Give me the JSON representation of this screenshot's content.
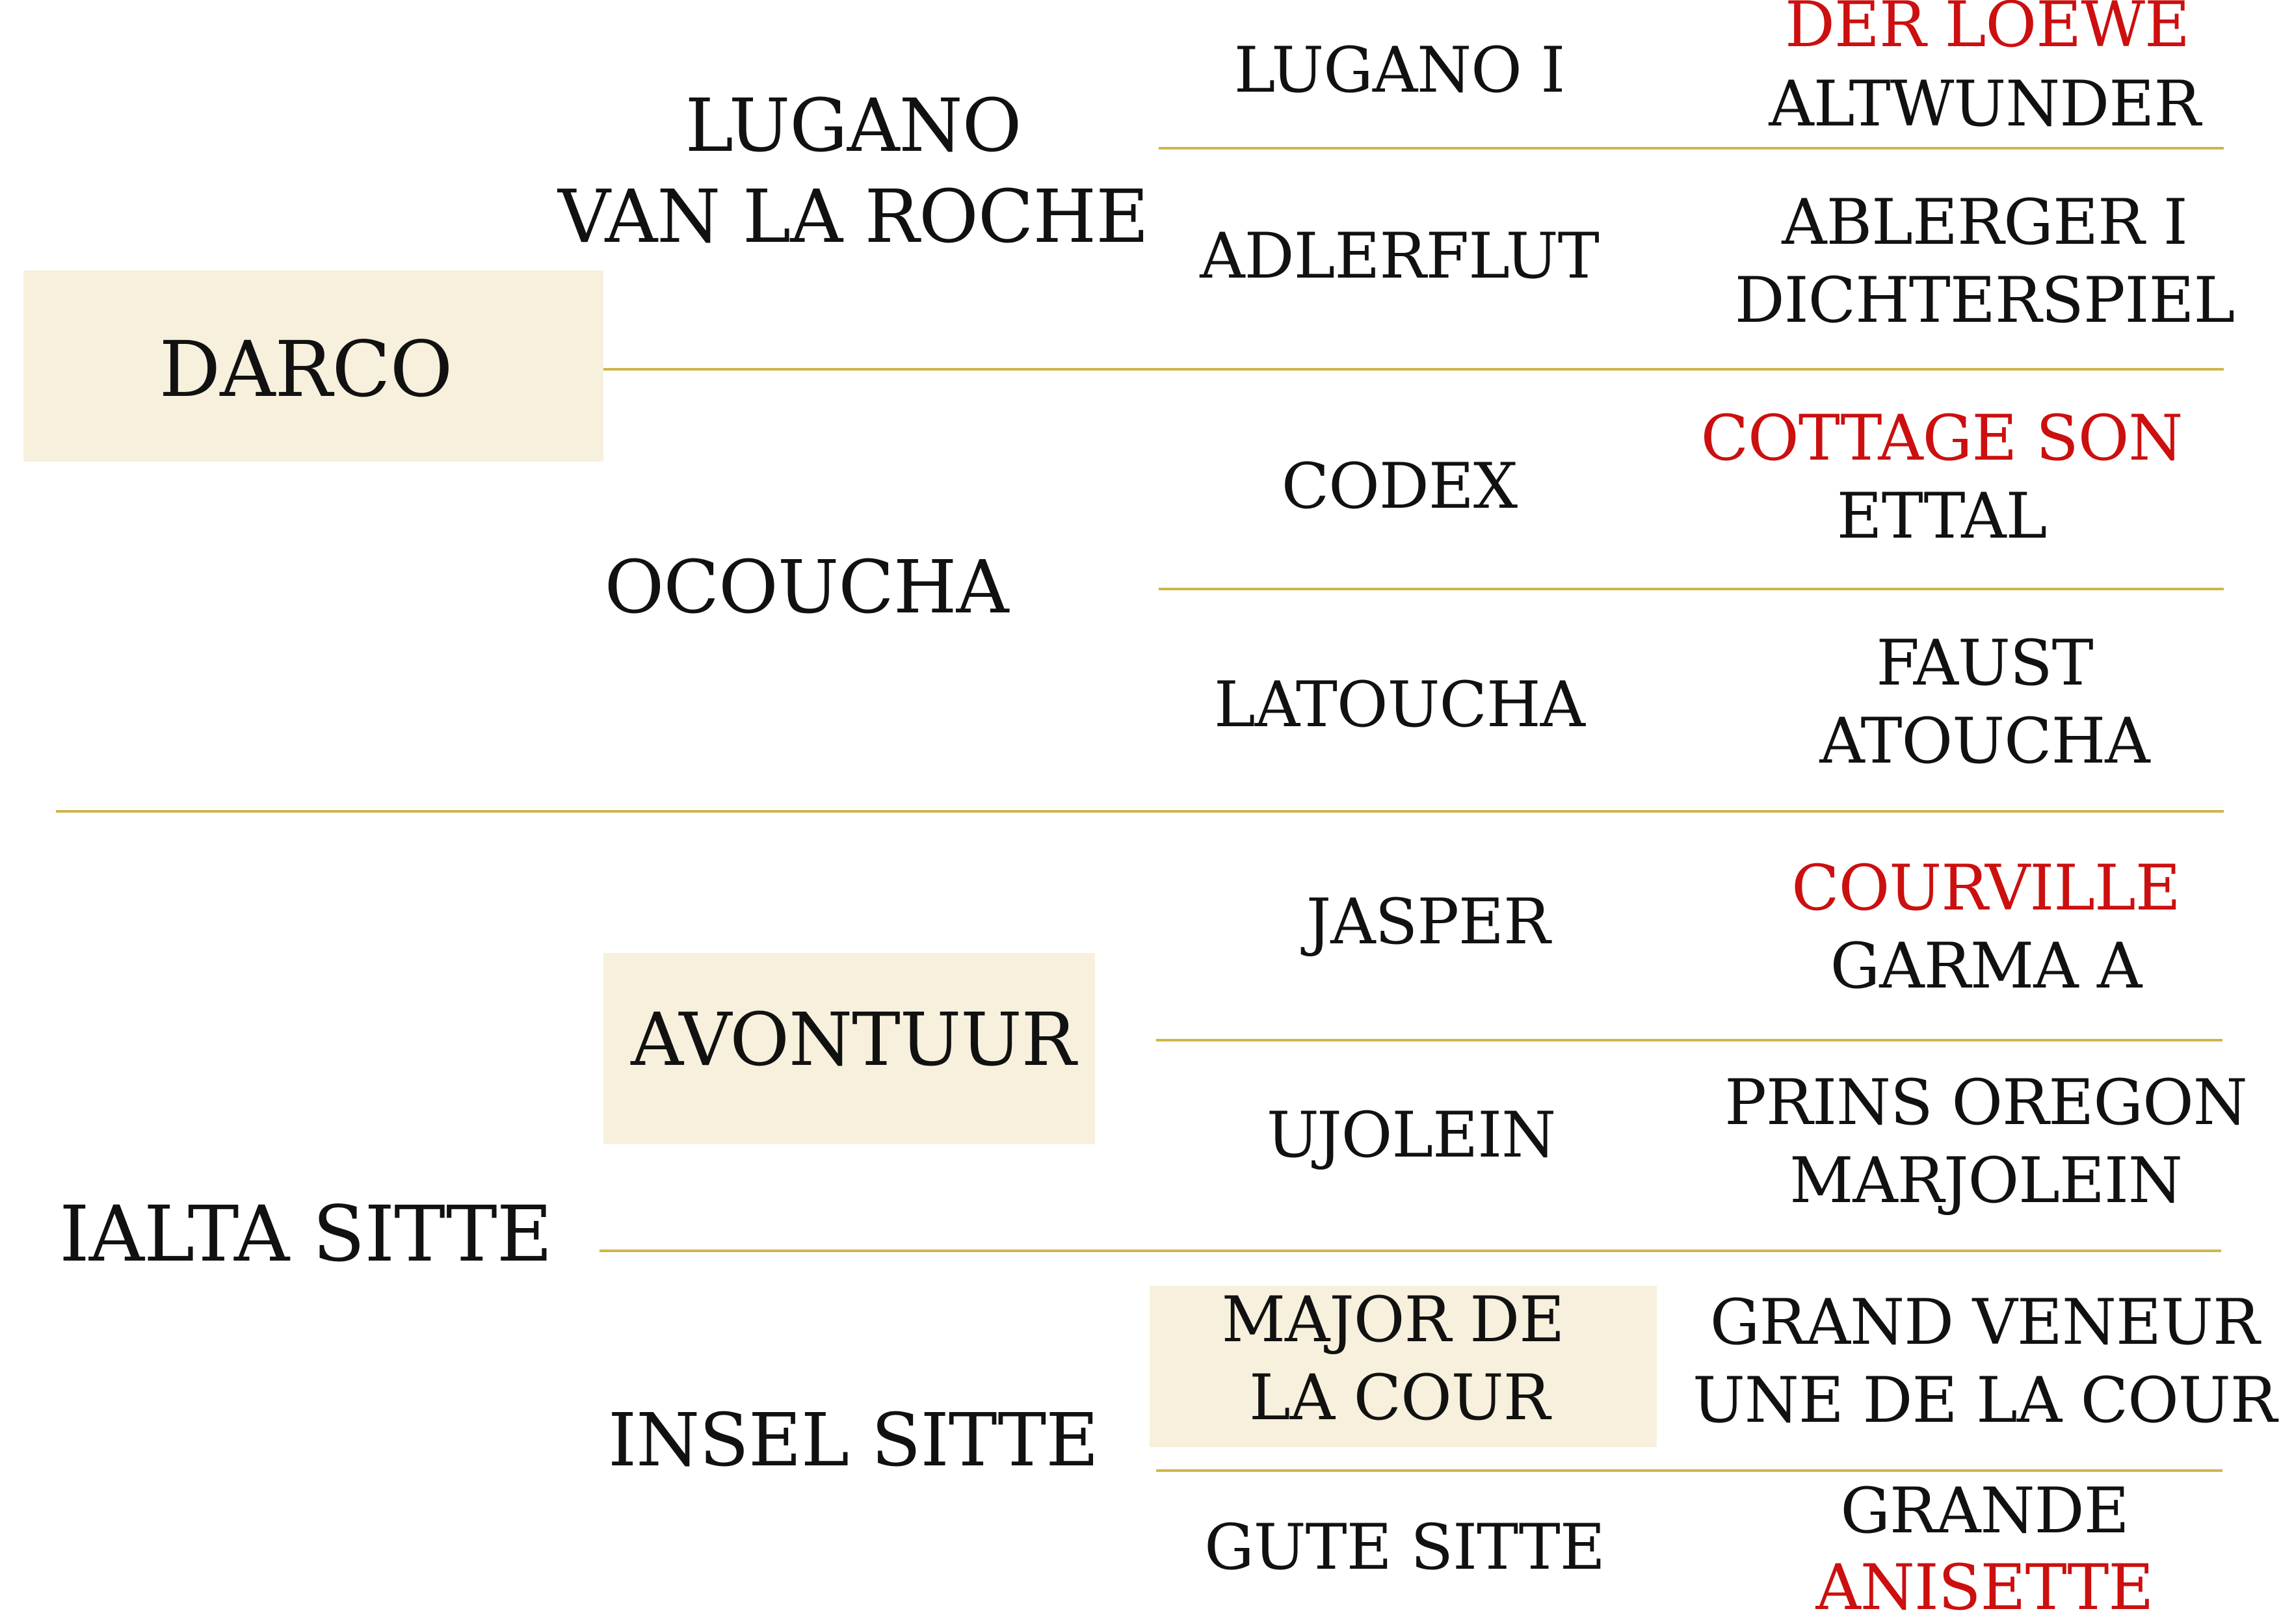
{
  "highlight_color": "#f6f0dc",
  "line_color": "#cfb54a",
  "highlight_red": "#cc0f0f",
  "pedigree": {
    "sire": {
      "name": "DARCO",
      "sire": {
        "name_line1": "LUGANO",
        "name_line2": "VAN LA ROCHE",
        "sire": {
          "name": "LUGANO I",
          "sire": "DER LOEWE",
          "dam": "ALTWUNDER"
        },
        "dam": {
          "name": "ADLERFLUT",
          "sire": "ABLERGER I",
          "dam": "DICHTERSPIEL"
        }
      },
      "dam": {
        "name": "OCOUCHA",
        "sire": {
          "name": "CODEX",
          "sire": "COTTAGE SON",
          "dam": "ETTAL"
        },
        "dam": {
          "name": "LATOUCHA",
          "sire": "FAUST",
          "dam": "ATOUCHA"
        }
      }
    },
    "dam": {
      "name": "IALTA SITTE",
      "sire": {
        "name": "AVONTUUR",
        "sire": {
          "name": "JASPER",
          "sire": "COURVILLE",
          "dam": "GARMA A"
        },
        "dam": {
          "name": "UJOLEIN",
          "sire": "PRINS OREGON",
          "dam": "MARJOLEIN"
        }
      },
      "dam": {
        "name": "INSEL SITTE",
        "sire": {
          "name_line1": "MAJOR DE",
          "name_line2": "LA COUR",
          "sire": "GRAND VENEUR",
          "dam": "UNE DE LA COUR"
        },
        "dam": {
          "name": "GUTE SITTE",
          "sire_line1": "GRANDE",
          "sire_line2": "ANISETTE"
        }
      }
    }
  }
}
